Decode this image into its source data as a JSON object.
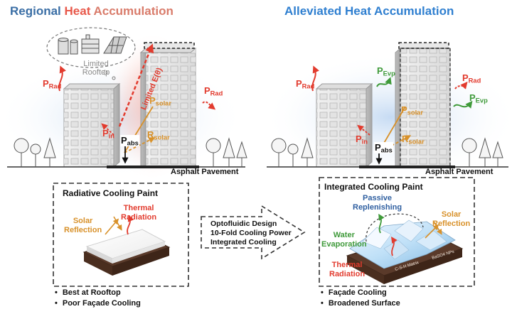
{
  "left_panel": {
    "title_words": [
      "Regional",
      "Heat",
      "Accumulation"
    ],
    "inset_label": "Limited Rooftop",
    "limited_e": "Limited E(θ)",
    "p_rad_left": {
      "base": "P",
      "sub": "Rad"
    },
    "p_rad_right": {
      "base": "P",
      "sub": "Rad"
    },
    "p_solar": {
      "base": "P",
      "sub": "solar"
    },
    "r_solar": {
      "base": "R",
      "sub": "solar"
    },
    "p_in": {
      "base": "P",
      "sub": "in"
    },
    "p_abs": {
      "base": "P",
      "sub": "abs"
    },
    "pavement": "Asphalt Pavement"
  },
  "right_panel": {
    "title": "Alleviated Heat Accumulation",
    "p_rad_left": {
      "base": "P",
      "sub": "Rad"
    },
    "p_rad_right": {
      "base": "P",
      "sub": "Rad"
    },
    "p_evp_top": {
      "base": "P",
      "sub": "Evp"
    },
    "p_evp_right": {
      "base": "P",
      "sub": "Evp"
    },
    "p_solar": {
      "base": "P",
      "sub": "solar"
    },
    "r_solar": {
      "base": "R",
      "sub": "solar"
    },
    "p_in": {
      "base": "P",
      "sub": "in"
    },
    "p_abs": {
      "base": "P",
      "sub": "abs"
    },
    "pavement": "Asphalt Pavement"
  },
  "left_box": {
    "title": "Radiative Cooling Paint",
    "solar_reflection": "Solar\nReflection",
    "thermal_radiation": "Thermal\nRadiation",
    "bullets": [
      "Best at Rooftop",
      "Poor Façade Cooling"
    ]
  },
  "middle_arrow": {
    "lines": [
      "Optofluidic Design",
      "10-Fold Cooling Power",
      "Integrated Cooling"
    ]
  },
  "right_box": {
    "title": "Integrated Cooling Paint",
    "passive": "Passive\nReplenishing",
    "solar_reflection": "Solar\nReflection",
    "water_evaporation": "Water\nEvaporation",
    "thermal_radiation": "Thermal\nRadiation",
    "slab_label_1": "C-S-H Matrix",
    "slab_label_2": "BaSO4 NPs",
    "bullets": [
      "Façade Cooling",
      "Broadened Surface"
    ]
  },
  "colors": {
    "red": "#e23b2e",
    "orange": "#d8912a",
    "green": "#3f9a3a",
    "blue_title": "#2f7fd0"
  }
}
